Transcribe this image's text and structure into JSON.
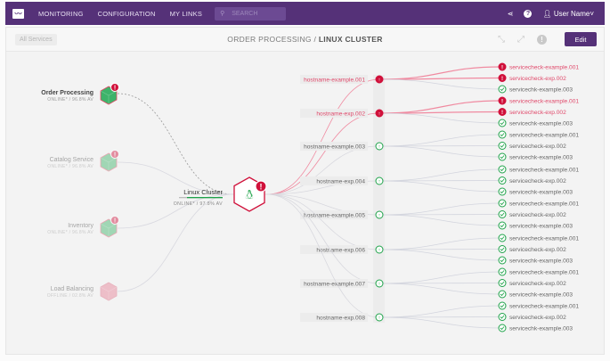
{
  "nav": {
    "menu": [
      "MONITORING",
      "CONFIGURATION",
      "MY LINKS"
    ],
    "search_placeholder": "SEARCH",
    "user": "User Name",
    "icons": [
      "share-icon",
      "help-icon",
      "user-icon"
    ]
  },
  "toolbar": {
    "all_services": "All Services",
    "title_parent": "ORDER PROCESSING /",
    "title_current": "LINUX CLUSTER",
    "edit": "Edit"
  },
  "colors": {
    "brand": "#553178",
    "ok": "#1fa34a",
    "critical": "#d0103a",
    "critical_text": "#e0486a"
  },
  "services": [
    {
      "name": "Order Processing",
      "status": "ONLINE* / 96.8% AV",
      "state": "ok",
      "alert": true,
      "active": true
    },
    {
      "name": "Catalog Service",
      "status": "ONLINE* / 96.8% AV",
      "state": "ok",
      "alert": true,
      "active": false
    },
    {
      "name": "Inventory",
      "status": "ONLINE* / 96.8% AV",
      "state": "ok",
      "alert": true,
      "active": false
    },
    {
      "name": "Load Balancing",
      "status": "OFFLINE / 02.8% AV",
      "state": "offline",
      "alert": false,
      "active": false
    }
  ],
  "cluster": {
    "name": "Linux Cluster",
    "status": "ONLINE* /  97.8% AV",
    "icon": "linux-penguin-icon",
    "alert": true
  },
  "hosts": [
    {
      "name": "hostname-example.001",
      "state": "critical",
      "checks": [
        {
          "name": "servicecheck-example.001",
          "state": "critical"
        },
        {
          "name": "servicecheck-exp.002",
          "state": "critical"
        },
        {
          "name": "servicechk-example.003",
          "state": "ok"
        }
      ]
    },
    {
      "name": "hostname-exp.002",
      "state": "critical",
      "checks": [
        {
          "name": "servicecheck-example.001",
          "state": "critical"
        },
        {
          "name": "servicecheck-exp.002",
          "state": "critical"
        },
        {
          "name": "servicechk-example.003",
          "state": "ok"
        }
      ]
    },
    {
      "name": "hostname-example.003",
      "state": "ok",
      "checks": [
        {
          "name": "servicecheck-example.001",
          "state": "ok"
        },
        {
          "name": "servicecheck-exp.002",
          "state": "ok"
        },
        {
          "name": "servicechk-example.003",
          "state": "ok"
        }
      ]
    },
    {
      "name": "hostname-exp.004",
      "state": "ok",
      "checks": [
        {
          "name": "servicecheck-example.001",
          "state": "ok"
        },
        {
          "name": "servicecheck-exp.002",
          "state": "ok"
        },
        {
          "name": "servicechk-example.003",
          "state": "ok"
        }
      ]
    },
    {
      "name": "hostname-example.005",
      "state": "ok",
      "checks": [
        {
          "name": "servicecheck-example.001",
          "state": "ok"
        },
        {
          "name": "servicecheck-exp.002",
          "state": "ok"
        },
        {
          "name": "servicechk-example.003",
          "state": "ok"
        }
      ]
    },
    {
      "name": "hostname-exp.006",
      "state": "ok",
      "checks": [
        {
          "name": "servicecheck-example.001",
          "state": "ok"
        },
        {
          "name": "servicecheck-exp.002",
          "state": "ok"
        },
        {
          "name": "servicechk-example.003",
          "state": "ok"
        }
      ]
    },
    {
      "name": "hostname-example.007",
      "state": "ok",
      "checks": [
        {
          "name": "servicecheck-example.001",
          "state": "ok"
        },
        {
          "name": "servicecheck-exp.002",
          "state": "ok"
        },
        {
          "name": "servicechk-example.003",
          "state": "ok"
        }
      ]
    },
    {
      "name": "hostname-exp.008",
      "state": "ok",
      "checks": [
        {
          "name": "servicecheck-example.001",
          "state": "ok"
        },
        {
          "name": "servicecheck-exp.002",
          "state": "ok"
        },
        {
          "name": "servicechk-example.003",
          "state": "ok"
        }
      ]
    }
  ]
}
